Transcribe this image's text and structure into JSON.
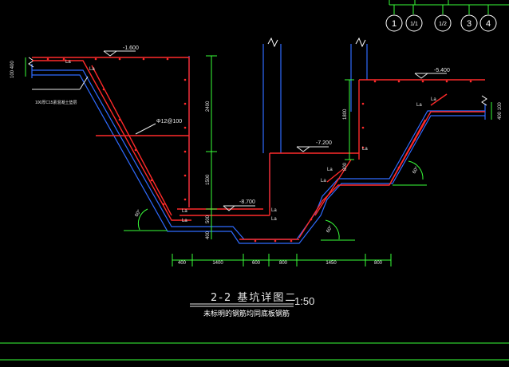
{
  "drawing": {
    "title": "2-2  基坑详图二",
    "scale": "1:50",
    "note": "未标明的钢筋均同底板钢筋",
    "axes": [
      "1",
      "1/1",
      "1/2",
      "3",
      "4"
    ],
    "elevations": {
      "top_left": "-1.600",
      "middle": "-7.200",
      "pit_bottom": "-8.700",
      "top_right": "-5.400"
    },
    "rebar_callout": "Φ12@100",
    "left_note": "100厚C15素混凝土垫层",
    "lap_label": "La",
    "angle_label": "60°",
    "vertical_dims": {
      "left_top": "100 400",
      "left_depth": "2400",
      "left_lower": "1500",
      "left_small_1": "500",
      "left_small_2": "400",
      "right_upper": "1800",
      "right_small": "800",
      "right_top": "400 100"
    },
    "bottom_dims": [
      "400",
      "1400",
      "600",
      "800",
      "1450",
      "800"
    ]
  },
  "colors": {
    "background": "#000000",
    "concrete_line": "#2f6bff",
    "rebar": "#ff2a2a",
    "dimension": "#39ff39",
    "text": "#e8e8e8",
    "axis_circle": "#ffffff"
  }
}
